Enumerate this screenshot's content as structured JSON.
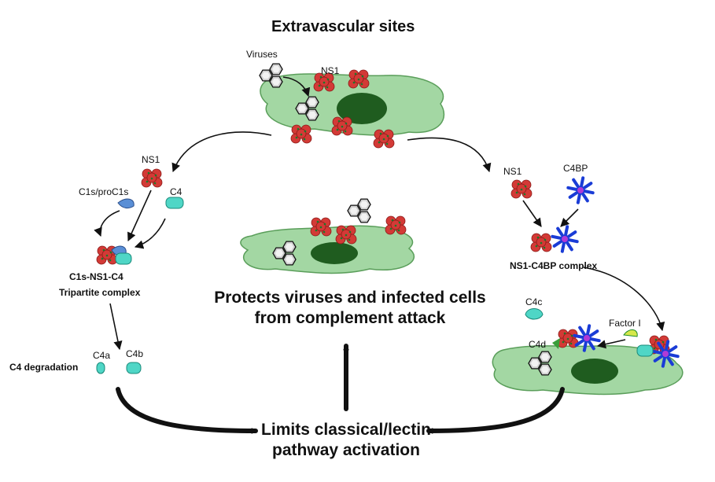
{
  "title": "Extravascular sites",
  "labels": {
    "viruses": "Viruses",
    "ns1_top": "NS1",
    "ns1_left": "NS1",
    "c1s": "C1s/proC1s",
    "c4": "C4",
    "tripartite_1": "C1s-NS1-C4",
    "tripartite_2": "Tripartite complex",
    "c4a": "C4a",
    "c4b": "C4b",
    "c4_degradation": "C4 degradation",
    "ns1_right": "NS1",
    "c4bp": "C4BP",
    "ns1_c4bp": "NS1-C4BP complex",
    "c4c": "C4c",
    "factor_i": "Factor I",
    "c4d": "C4d"
  },
  "center": {
    "protects_1": "Protects viruses and infected cells",
    "protects_2": "from complement attack"
  },
  "bottom": {
    "limits_1": "Limits classical/lectin",
    "limits_2": "pathway activation"
  },
  "colors": {
    "cell_fill": "#a3d7a3",
    "cell_stroke": "#5a9e5a",
    "nucleus": "#1f5c1f",
    "ns1_fill": "#d33a36",
    "ns1_dot": "#1a7a2a",
    "c4_fill": "#4fd6c6",
    "c4bp": "#1a3cd6",
    "c4bp_center": "#b03ad6",
    "c1s": "#5a8fd6",
    "factor_i": "#d6e84a"
  }
}
